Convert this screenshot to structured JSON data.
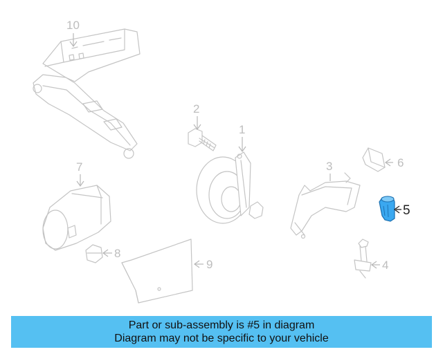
{
  "diagram": {
    "callouts": [
      "1",
      "2",
      "3",
      "4",
      "5",
      "6",
      "7",
      "8",
      "9",
      "10"
    ],
    "highlighted_part": "5",
    "highlight_color": "#3aa8f0",
    "part_line_color": "#c4c4c4"
  },
  "banner": {
    "line1": "Part or sub-assembly is #5 in diagram",
    "line2": "Diagram may not be specific to your vehicle",
    "background": "#55c0f2"
  }
}
